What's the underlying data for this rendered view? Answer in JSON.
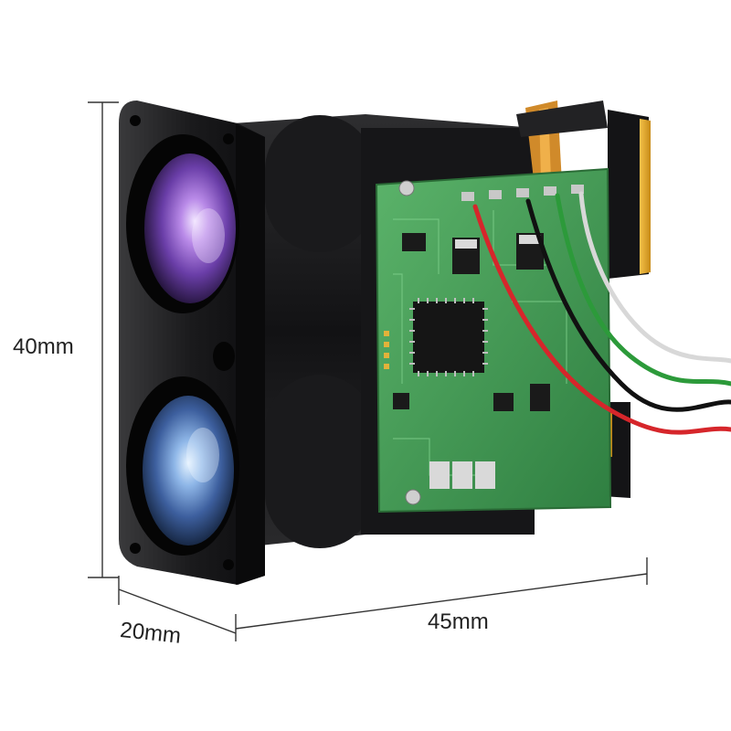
{
  "dimensions": {
    "height_label": "40mm",
    "depth_label": "20mm",
    "width_label": "45mm"
  },
  "colors": {
    "background": "#ffffff",
    "housing": "#1b1b1d",
    "pcb": "#3f9a52",
    "chip": "#151515",
    "lens_top": "#8e5fd0",
    "lens_bottom": "#4a78c0",
    "wire_red": "#d6262b",
    "wire_black": "#111111",
    "wire_green": "#2c9a3a",
    "wire_white": "#e4e4e4",
    "connector_gold": "#e0a72a",
    "dimension_line": "#333333"
  },
  "icons": [
    "laser-rangefinder-module-illustration"
  ]
}
